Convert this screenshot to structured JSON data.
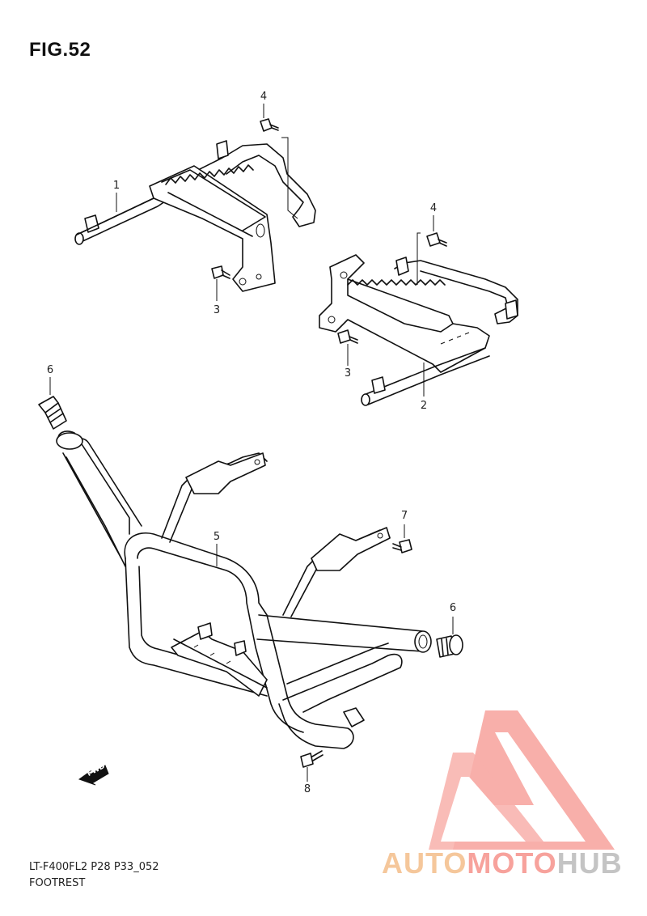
{
  "figure": {
    "title": "FIG.52"
  },
  "caption": {
    "code": "LT-F400FL2 P28 P33_052",
    "name": "FOOTREST"
  },
  "direction": {
    "label": "FWD"
  },
  "callouts": [
    {
      "id": "c1",
      "label": "1"
    },
    {
      "id": "c4a",
      "label": "4"
    },
    {
      "id": "c3a",
      "label": "3"
    },
    {
      "id": "c4b",
      "label": "4"
    },
    {
      "id": "c3b",
      "label": "3"
    },
    {
      "id": "c2",
      "label": "2"
    },
    {
      "id": "c6a",
      "label": "6"
    },
    {
      "id": "c7",
      "label": "7"
    },
    {
      "id": "c5",
      "label": "5"
    },
    {
      "id": "c6b",
      "label": "6"
    },
    {
      "id": "c8",
      "label": "8"
    }
  ],
  "watermark": {
    "text_part1": "AUTO",
    "text_part2": "MOTO",
    "text_part3": "HUB",
    "colors": {
      "auto": "#f5c79b",
      "moto": "#f7a29c",
      "hub": "#c4c4c4",
      "logo": "#f7a29c"
    }
  }
}
